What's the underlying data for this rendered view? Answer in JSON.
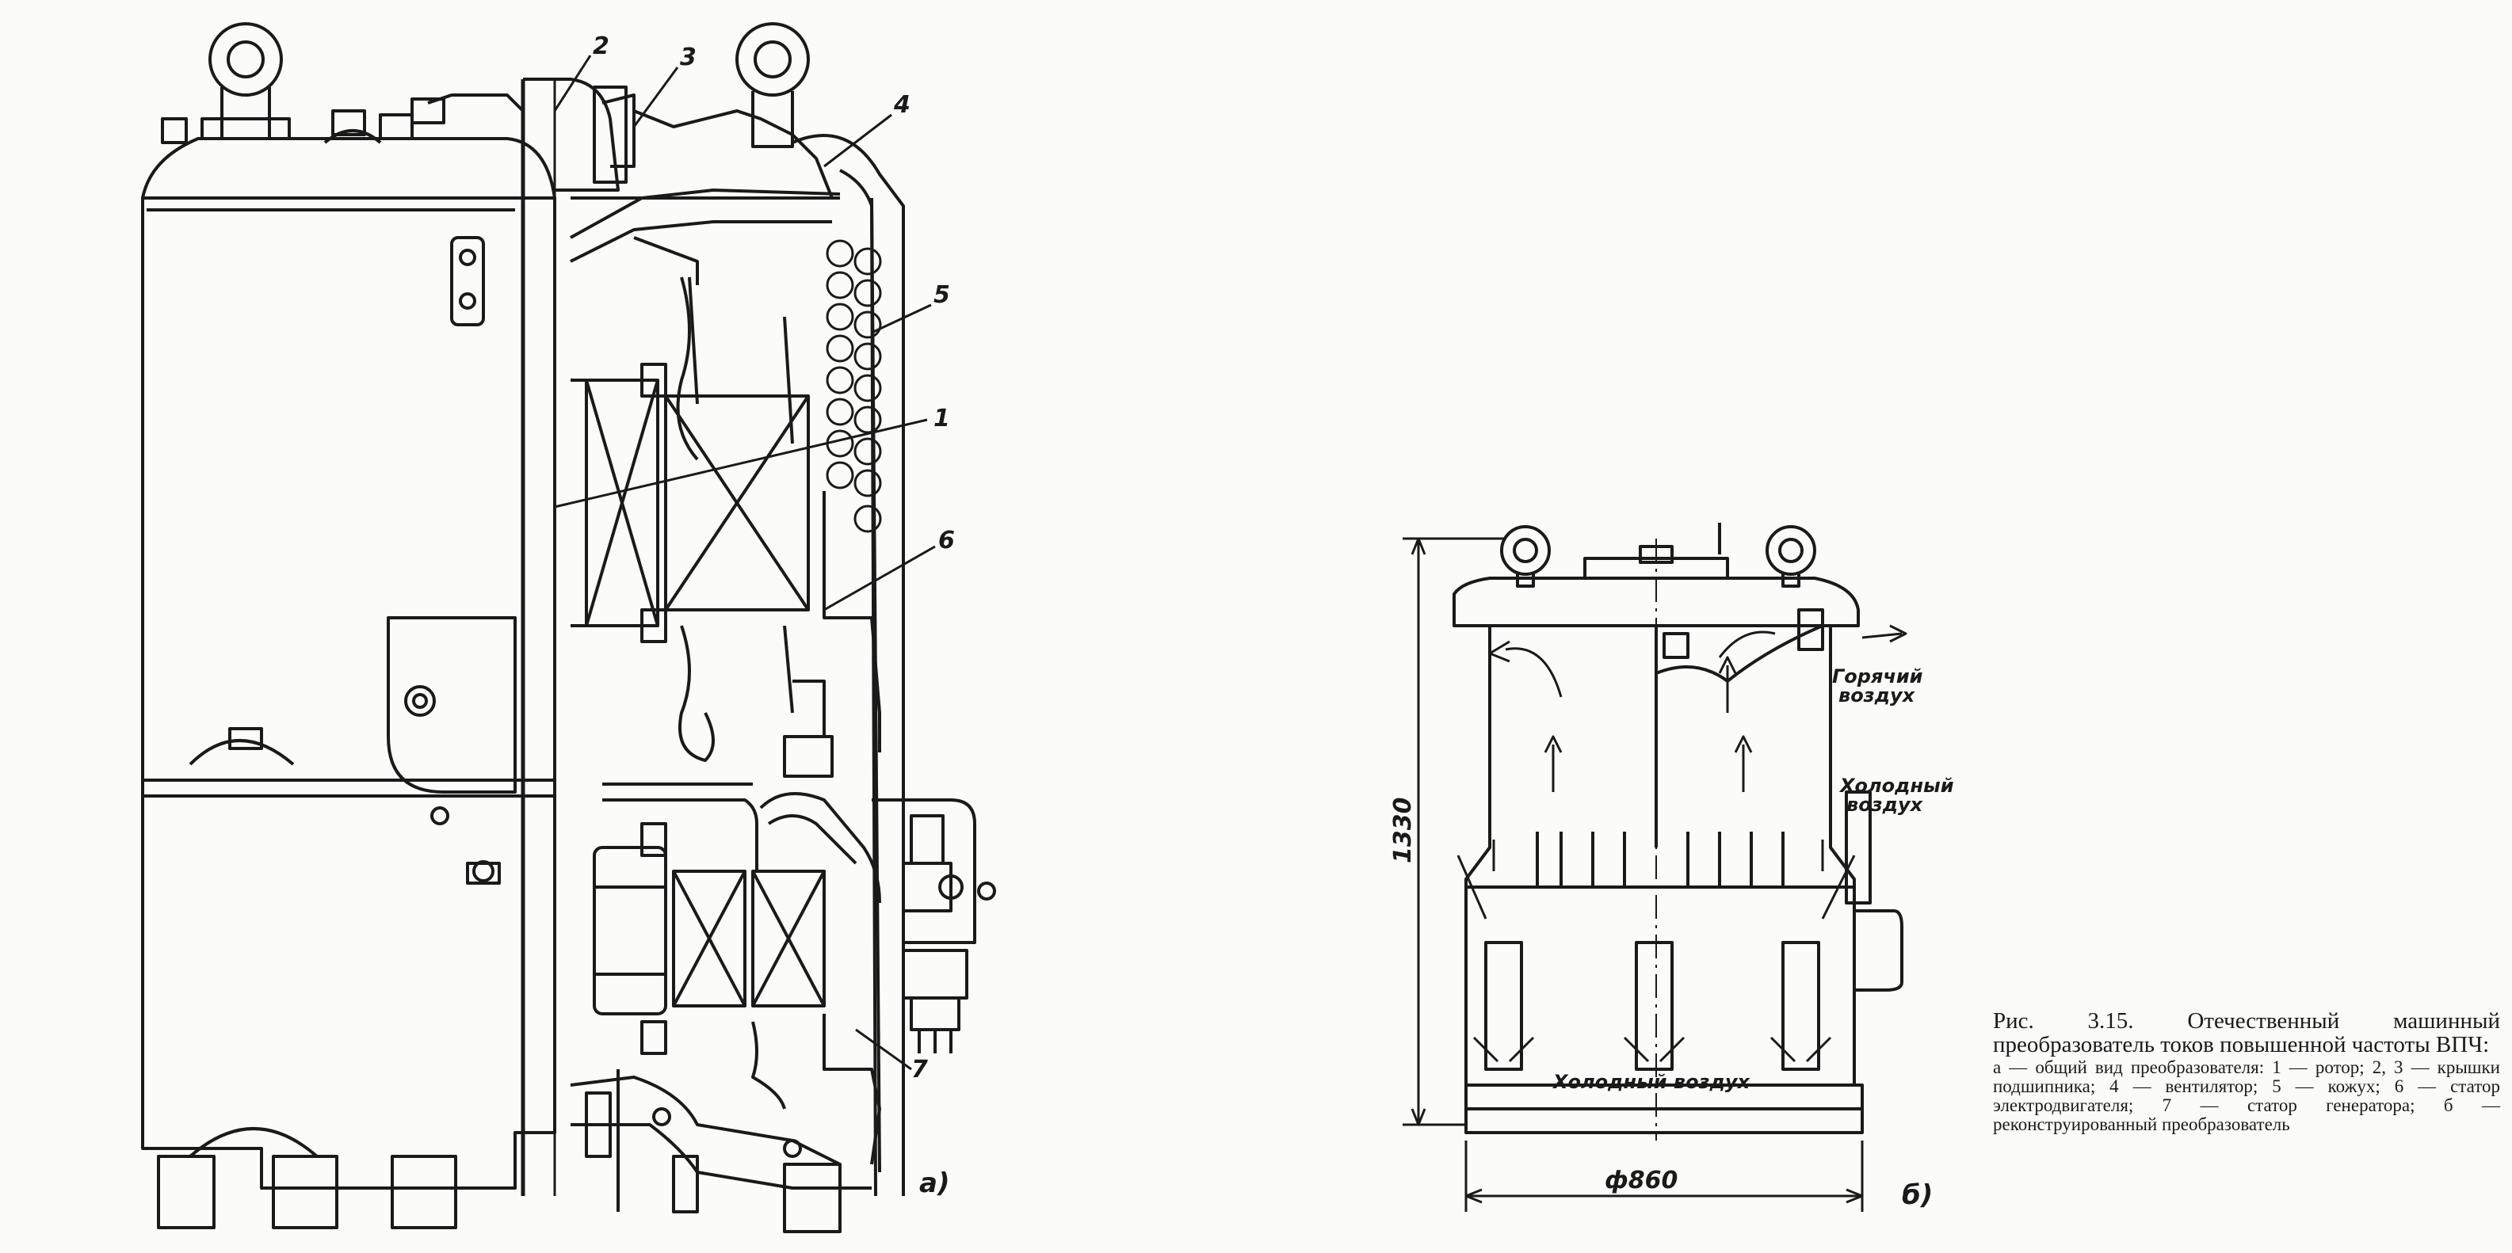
{
  "figure_a": {
    "label": "а)",
    "callouts": [
      "2",
      "3",
      "4",
      "5",
      "1",
      "6",
      "7"
    ]
  },
  "figure_b": {
    "label": "б)",
    "hot_air_line1": "Горячий",
    "hot_air_line2": "воздух",
    "cold_air_right_line1": "Холодный",
    "cold_air_right_line2": "воздух",
    "cold_air_bottom": "Холодный воздух",
    "height_dim": "1330",
    "diameter_dim": "ф860"
  },
  "caption": {
    "title_prefix": "Рис. 3.15.",
    "title_text": "Отечественный машинный преобразователь токов повышенной частоты ВПЧ:",
    "body": "а — общий вид преобразователя: 1 — ротор; 2, 3 — крышки подшипника; 4 — вентилятор; 5 — кожух; 6 — статор электродвигателя; 7 — статор генератора; б — реконструированный преобразователь"
  }
}
